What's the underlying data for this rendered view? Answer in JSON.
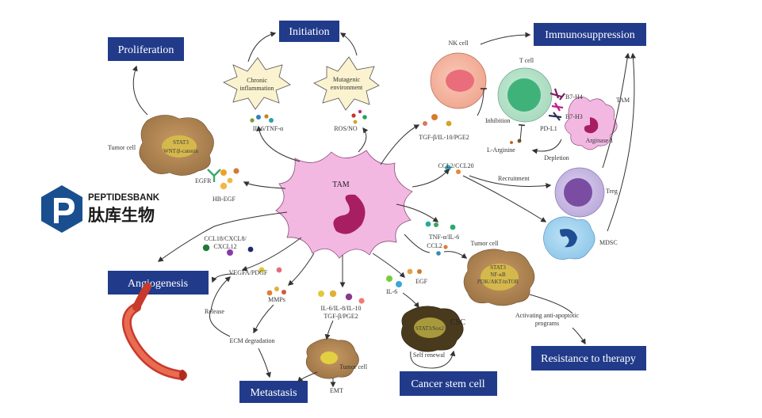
{
  "brand": {
    "name": "PEPTIDESBANK",
    "name_zh": "肽库生物",
    "color": "#1a4f8f"
  },
  "colors": {
    "box": "#213b8a",
    "tam": "#f2b8e2",
    "tam_nucleus": "#a81e62"
  },
  "boxes": {
    "proliferation": "Proliferation",
    "initiation": "Initiation",
    "immunosuppression": "Immunosuppression",
    "angiogenesis": "Angiogenesis",
    "metastasis": "Metastasis",
    "cancer_stem_cell": "Cancer stem cell",
    "resistance": "Resistance to therapy"
  },
  "bursts": {
    "chronic": [
      "Chronic",
      "inflammation"
    ],
    "mutagenic": [
      "Mutagenic",
      "environment"
    ]
  },
  "cells": {
    "tam_center": "TAM",
    "nk": "NK cell",
    "t": "T cell",
    "tam_small": "TAM",
    "arginase": "Arginase 1",
    "treg": "Treg",
    "mdsc": "MDSC",
    "tumor_left": "Tumor cell",
    "tumor_left_inner": [
      "STAT3",
      "WNT/β-catenin"
    ],
    "tumor_right": "Tumor cell",
    "tumor_right_inner": [
      "STAT3",
      "NF-κB",
      "PI3K/AKT/mTOR"
    ],
    "tumor_bottom": "Tumor cell",
    "csc": "CSC",
    "csc_inner": "STAT3/Sox2"
  },
  "labels": {
    "il6_tnf": "IL-6/TNF-α",
    "ros_no": "ROS/NO",
    "tgf_il10_pge2": "TGF-β/IL-10/PGE2",
    "inhibition": "Inhibition",
    "l_arginine": "L-Arginine",
    "depletion": "Depletion",
    "b7h4": "B7-H4",
    "b7h3": "B7-H3",
    "pdl1": "PD-L1",
    "ccl2_ccl20": "CCL2/CCL20",
    "recruitment": "Recruitment",
    "egfr": "EGFR",
    "hb_egf": "HB-EGF",
    "ccl18": [
      "CCL18/CXCL8/",
      "CXCL12"
    ],
    "vegfa": "VEGFA/PDGF",
    "release": "Release",
    "mmps": "MMPs",
    "ecm": "ECM degradation",
    "il6_il8": [
      "IL-6/IL-8/IL-10",
      "TGF-β/PGE2"
    ],
    "emt": "EMT",
    "il6": "IL-6",
    "egf": "EGF",
    "self_renewal": "Self renewal",
    "tnf_il6_ccl2": [
      "TNF-α/IL-6",
      "CCL2"
    ],
    "anti_apoptotic": [
      "Activating anti-apoptotic",
      "programs"
    ]
  }
}
